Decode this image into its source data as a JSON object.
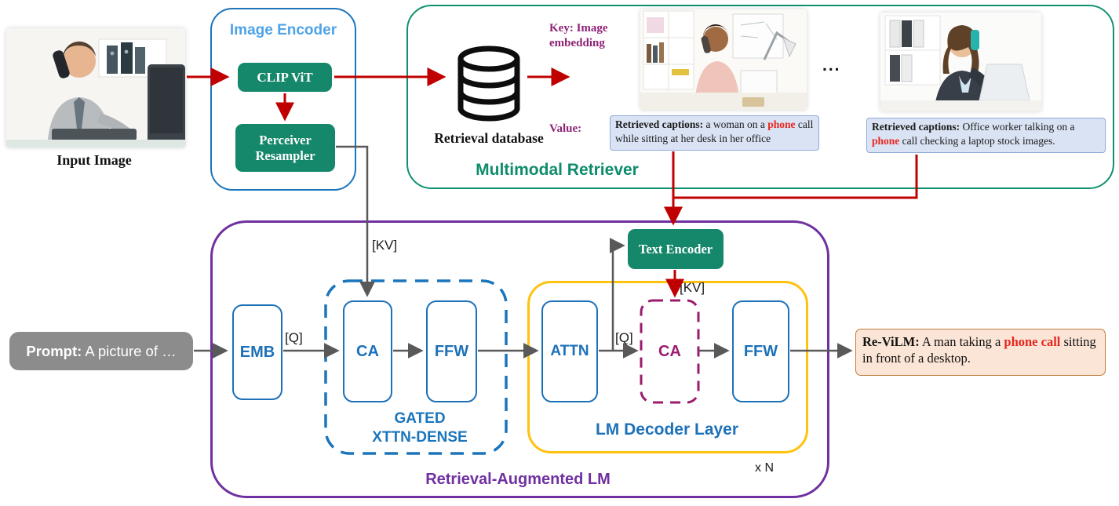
{
  "colors": {
    "green_box": "#15876B",
    "green_border": "#0E9170",
    "blue_border": "#1B75BC",
    "blue_text": "#1D71B8",
    "light_blue_title": "#4DA3E8",
    "yellow_border": "#FFC20E",
    "purple_border": "#7030A0",
    "magenta_dashed": "#9B1B6E",
    "key_value_purple": "#8E2377",
    "arrow_red": "#C00000",
    "arrow_gray": "#595959",
    "highlight_red": "#E8251F",
    "caption_bg": "#DAE3F3",
    "output_bg": "#FBE5D6"
  },
  "input_image": {
    "label": "Input Image"
  },
  "image_encoder": {
    "title": "Image Encoder",
    "clip_vit": "CLIP ViT",
    "perceiver": "Perceiver Resampler"
  },
  "retriever": {
    "title": "Multimodal Retriever",
    "database_label": "Retrieval database",
    "key_label_line1": "Key: Image",
    "key_label_line2": "embedding",
    "value_label": "Value:",
    "ellipsis": "...",
    "captions": [
      {
        "prefix": "Retrieved captions:",
        "before": " a woman on a ",
        "highlight": "phone",
        "after": " call while sitting at her desk in her office"
      },
      {
        "prefix": "Retrieved captions:",
        "before": " Office worker talking on a ",
        "highlight": "phone",
        "after": " call checking a laptop stock images."
      }
    ]
  },
  "ra_lm": {
    "title": "Retrieval-Augmented LM",
    "prompt_bold": "Prompt:",
    "prompt_rest": " A picture of …",
    "emb": "EMB",
    "q1": "[Q]",
    "kv1": "[KV]",
    "gated": {
      "title_line1": "GATED",
      "title_line2": "XTTN-DENSE",
      "ca": "CA",
      "ffw": "FFW"
    },
    "decoder": {
      "title": "LM Decoder Layer",
      "attn": "ATTN",
      "q2": "[Q]",
      "ca": "CA",
      "kv2": "[KV]",
      "ffw": "FFW"
    },
    "text_encoder": "Text Encoder",
    "xn": "x N"
  },
  "output": {
    "prefix": "Re-ViLM:",
    "before": " A man taking a ",
    "highlight": "phone call",
    "after": " sitting in front of a desktop."
  }
}
